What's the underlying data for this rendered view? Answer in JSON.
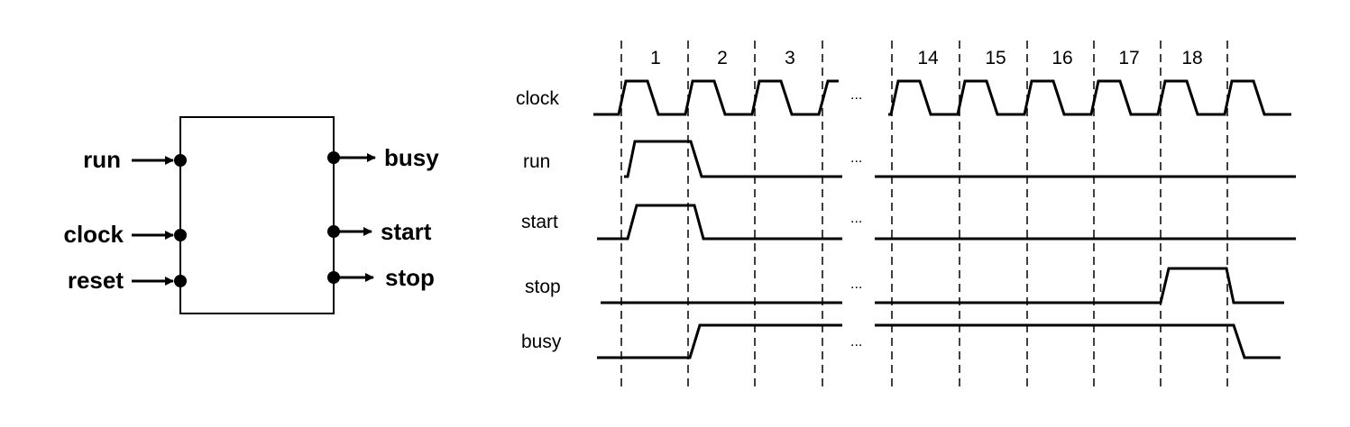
{
  "block": {
    "inputs": [
      {
        "id": "run",
        "label": "run"
      },
      {
        "id": "clock",
        "label": "clock"
      },
      {
        "id": "reset",
        "label": "reset"
      }
    ],
    "outputs": [
      {
        "id": "busy",
        "label": "busy"
      },
      {
        "id": "start",
        "label": "start"
      },
      {
        "id": "stop",
        "label": "stop"
      }
    ]
  },
  "timing": {
    "signals": [
      {
        "id": "clock",
        "label": "clock"
      },
      {
        "id": "run",
        "label": "run"
      },
      {
        "id": "start",
        "label": "start"
      },
      {
        "id": "stop",
        "label": "stop"
      },
      {
        "id": "busy",
        "label": "busy"
      }
    ],
    "cycles": [
      "1",
      "2",
      "3",
      "14",
      "15",
      "16",
      "17",
      "18"
    ],
    "ellipsis": "..."
  }
}
